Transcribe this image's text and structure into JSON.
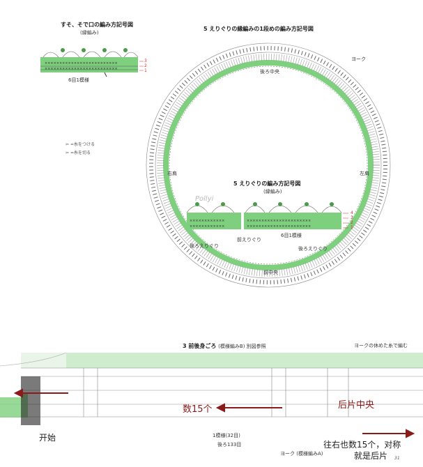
{
  "colors": {
    "green_fill": "#7ed07e",
    "green_dark": "#4a9a4a",
    "stitch": "#555555",
    "arrow_red": "#8b1a1a",
    "bg_band": "#e8f5e8"
  },
  "top_left": {
    "title": "すそ、そで口の編み方記号図",
    "subtitle": "(縁編み)",
    "repeat_label": "6目1模様",
    "row_nums": [
      "3",
      "2",
      "1"
    ],
    "legend": [
      {
        "symbol": "✂",
        "text": "=糸をつける"
      },
      {
        "symbol": "✂",
        "text": "=糸を切る"
      }
    ]
  },
  "circle_diagram": {
    "title": "5 えりぐりの縁編みの1段めの編み方記号図",
    "label_yoke": "ヨーク",
    "label_back_center": "後ろ中央",
    "label_right_shoulder": "右肩",
    "label_left_shoulder": "左肩",
    "label_front_center": "前中央"
  },
  "inner_diagram": {
    "title": "5 えりぐりの編み方記号図",
    "subtitle": "(縁編み)",
    "row_nums": [
      "4",
      "3",
      "2",
      "1"
    ],
    "label_back_neck_left": "後ろえりぐり",
    "label_front_neck": "前えりぐり",
    "label_repeat": "6目1模様",
    "label_back_neck_right": "後ろえりぐり"
  },
  "bottom_diagram": {
    "title": "3 前後身ごろ",
    "title_suffix": "(模様編みB) 別図参照",
    "note_right": "ヨークの休めた糸で編む",
    "label_repeat": "1模様(32目)",
    "label_back_count": "後ろ133目",
    "label_yoke_pattern": "ヨーク (模様編みA)",
    "page_num": "31"
  },
  "annotations": {
    "count15": "数15个",
    "back_center": "后片中央",
    "start": "开始",
    "right_count_line1": "往右也数15个，对称",
    "right_count_line2": "就是后片"
  },
  "watermark": "Pollyi"
}
